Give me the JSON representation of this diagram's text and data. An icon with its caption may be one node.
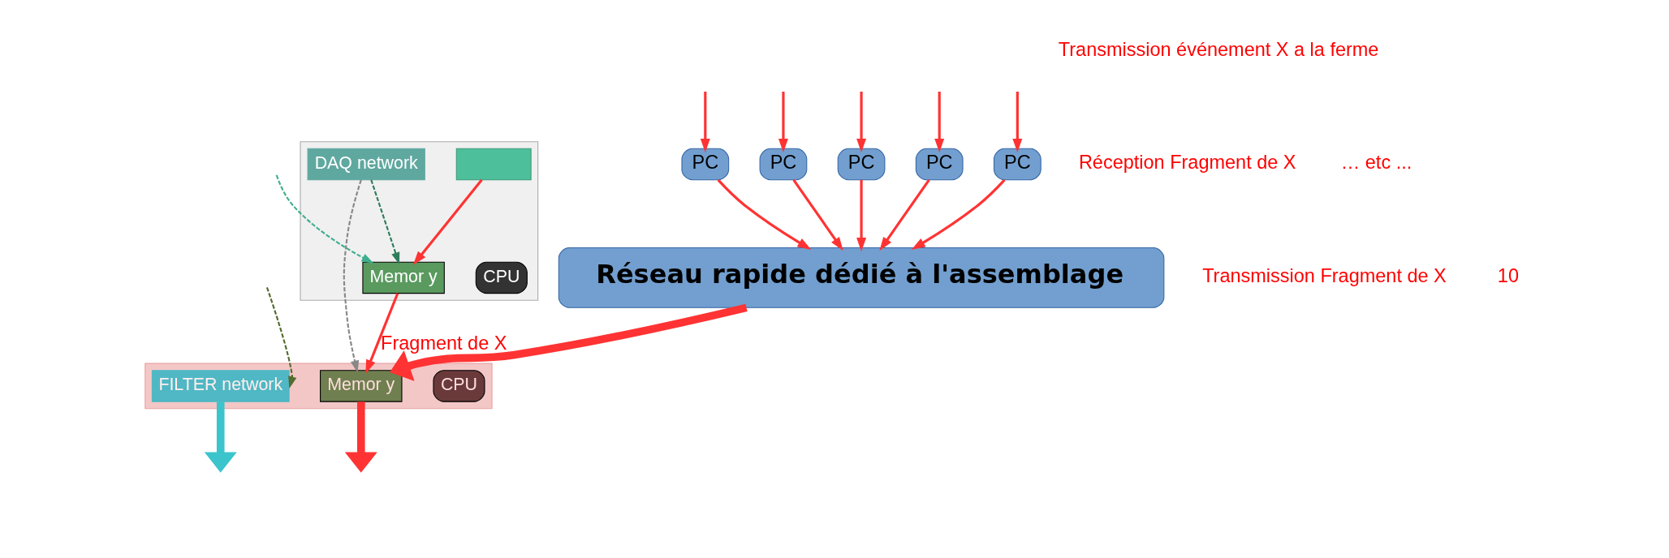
{
  "diagram": {
    "nodes": [
      {
        "text": [
          "PC"
        ]
      },
      {
        "text": [
          "PC"
        ]
      },
      {
        "text": [
          "PC"
        ]
      },
      {
        "text": [
          "PC"
        ]
      },
      {
        "text": [
          "PC"
        ]
      },
      {
        "text": [
          "Réseau rapide dédié à l'assemblage"
        ]
      },
      {
        "text": [],
        "shape": "box"
      },
      {
        "text": [],
        "shape": "box",
        "in": 6
      },
      {
        "text": [
          "Memor y"
        ],
        "in": 6
      },
      {
        "text": [
          "CPU"
        ],
        "in": 6
      },
      {
        "text": [
          "DAQ network"
        ],
        "in": 6
      },
      {
        "text": [],
        "shape": "box"
      },
      {
        "text": [
          "CPU"
        ],
        "in": 11
      },
      {
        "text": [
          "Memor y"
        ],
        "in": 11
      },
      {
        "text": [
          "FILTER network"
        ],
        "in": 11
      }
    ],
    "edges": [
      {
        "from": null,
        "to": 0,
        "arrow": "to"
      },
      {
        "from": null,
        "to": 1,
        "arrow": "to"
      },
      {
        "from": null,
        "to": 2,
        "arrow": "to"
      },
      {
        "from": null,
        "to": 3,
        "arrow": "to"
      },
      {
        "from": null,
        "to": 4,
        "arrow": "to"
      },
      {
        "from": 0,
        "to": 5,
        "arrow": "to"
      },
      {
        "from": 1,
        "to": 5,
        "arrow": "to"
      },
      {
        "from": 2,
        "to": 5,
        "arrow": "to"
      },
      {
        "from": 3,
        "to": 5,
        "arrow": "to"
      },
      {
        "from": 4,
        "to": 5,
        "arrow": "to"
      },
      {
        "from": 7,
        "to": 8,
        "arrow": "to"
      },
      {
        "from": 8,
        "to": 13,
        "label": "Fragment de X",
        "arrow": "to"
      },
      {
        "from": 5,
        "to": 13,
        "arrow": "to",
        "style": "thick"
      },
      {
        "from": 13,
        "to": null,
        "arrow": "to",
        "style": "thick"
      },
      {
        "from": null,
        "to": 8,
        "arrow": "to",
        "style": "dashed",
        "color": "#3fae8f"
      },
      {
        "from": 10,
        "to": 8,
        "arrow": "to",
        "style": "dashed",
        "color": "#2e7d5b"
      },
      {
        "from": 10,
        "to": 13,
        "arrow": "to",
        "style": "dashed",
        "color": "#888888"
      },
      {
        "from": null,
        "to": 14,
        "arrow": "to",
        "style": "dashed",
        "color": "#556b2f"
      },
      {
        "from": 14,
        "to": null,
        "arrow": "to",
        "style": "thick",
        "color": "#3cc4cc"
      }
    ],
    "labels": [
      "Réception Fragment de X",
      "Transmission Fragment de X",
      "… etc ...",
      "Transmission événement X a la ferme",
      "10"
    ]
  }
}
